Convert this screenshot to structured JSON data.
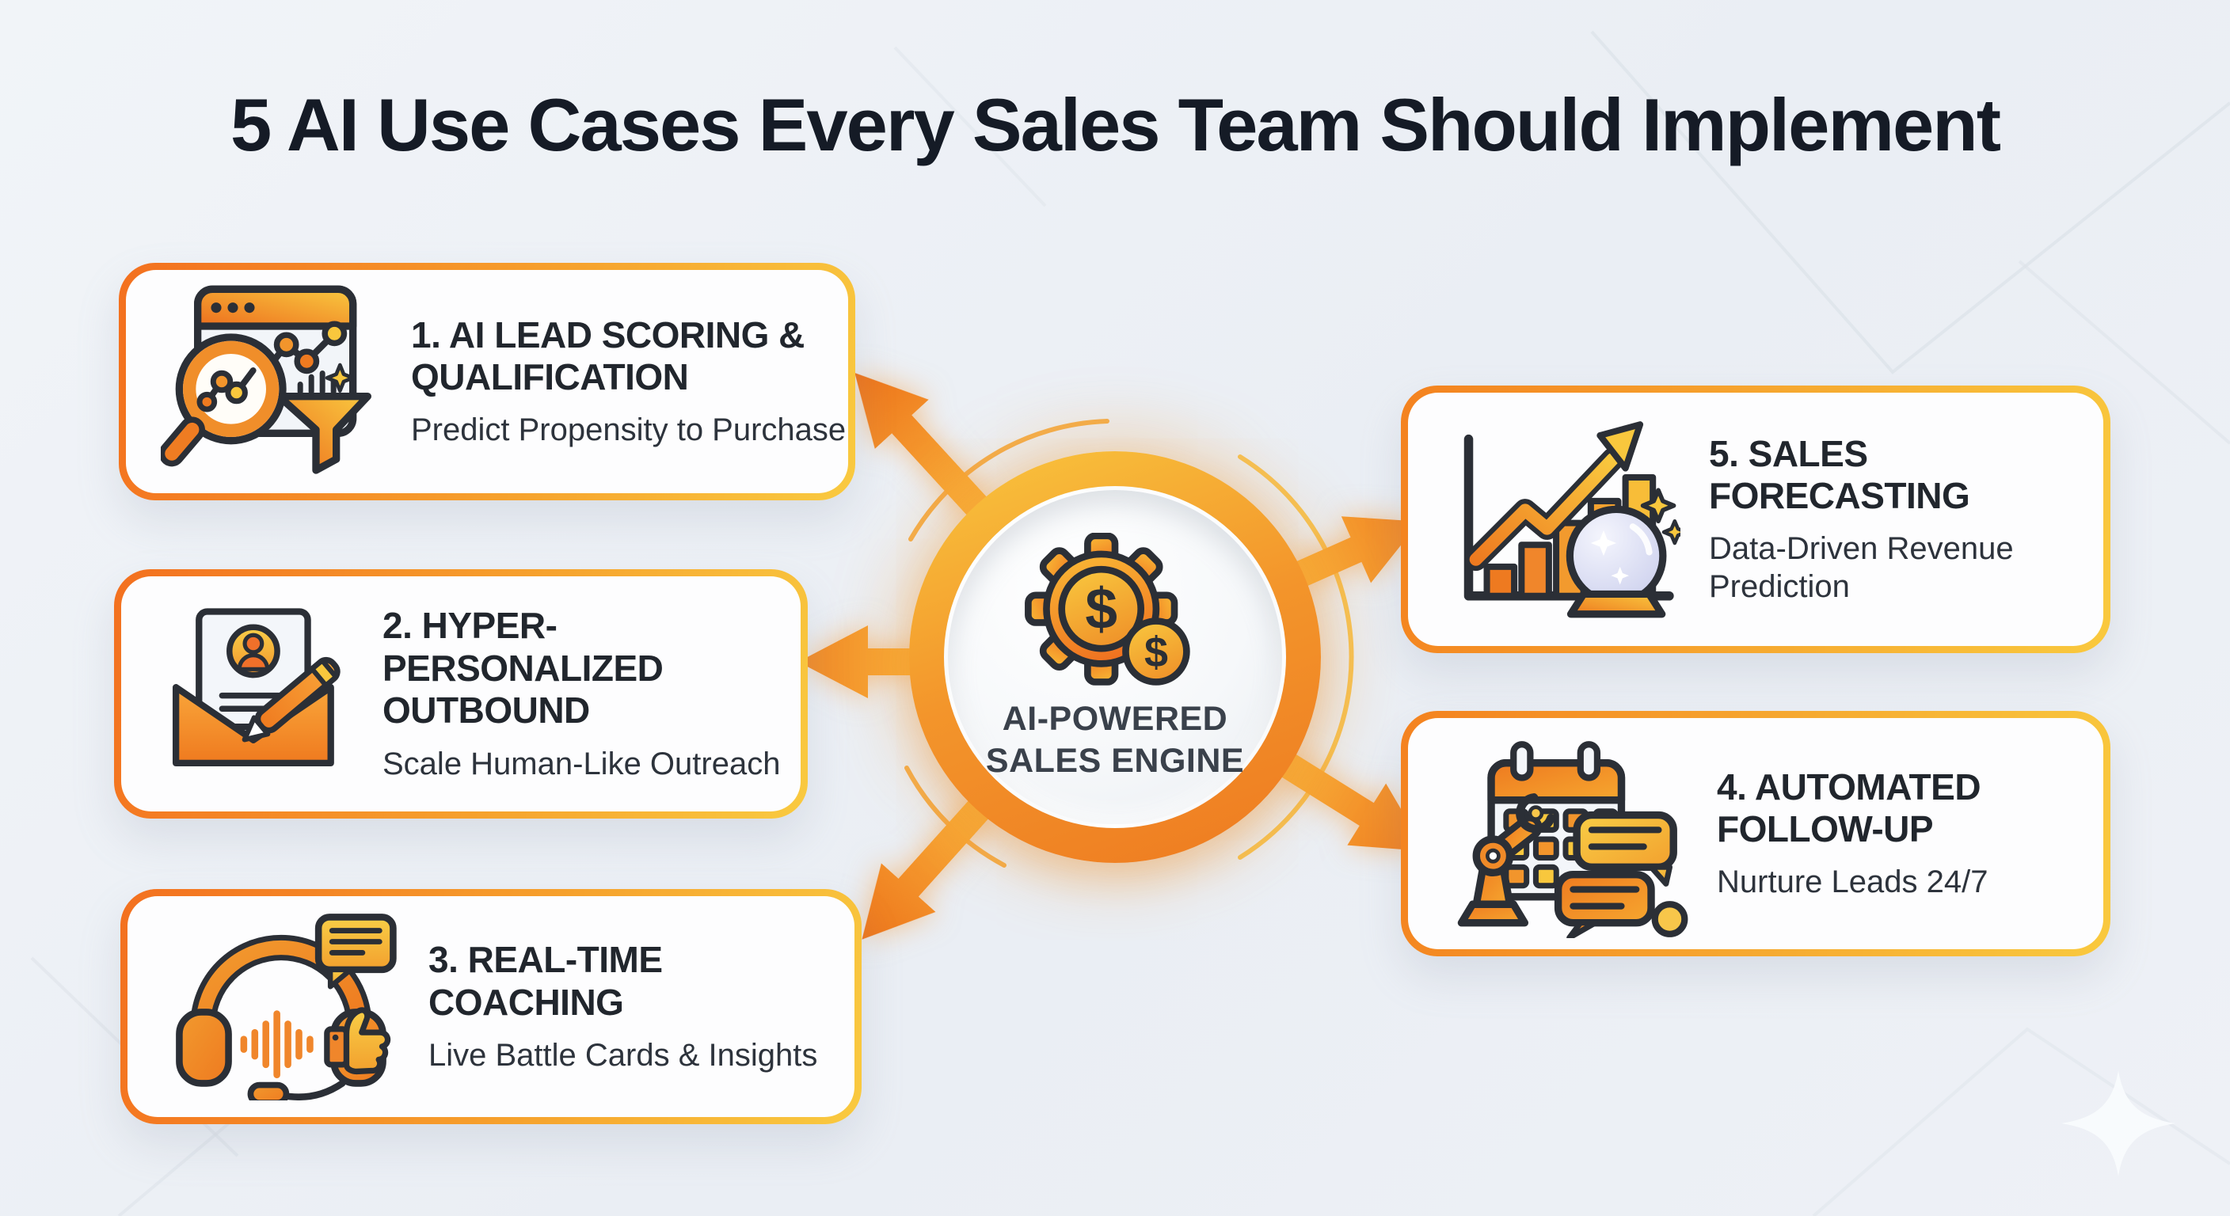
{
  "title": "5 AI Use Cases Every Sales Team Should Implement",
  "hub": {
    "icon": "gear-dollar-icon",
    "label_line1": "AI-POWERED",
    "label_line2": "SALES ENGINE"
  },
  "cards": [
    {
      "heading": "1. AI LEAD SCORING & QUALIFICATION",
      "subtitle": "Predict Propensity to Purchase",
      "icon": "lead-scoring-icon"
    },
    {
      "heading": "2. HYPER-PERSONALIZED OUTBOUND",
      "subtitle": "Scale Human-Like Outreach",
      "icon": "personalized-outbound-icon"
    },
    {
      "heading": "3. REAL-TIME COACHING",
      "subtitle": "Live Battle Cards & Insights",
      "icon": "real-time-coaching-icon"
    },
    {
      "heading": "4. AUTOMATED FOLLOW-UP",
      "subtitle": "Nurture Leads 24/7",
      "icon": "automated-follow-up-icon"
    },
    {
      "heading": "5. SALES FORECASTING",
      "subtitle": "Data-Driven Revenue Prediction",
      "icon": "sales-forecasting-icon"
    }
  ],
  "colors": {
    "accent_orange": "#EE7A20",
    "accent_yellow": "#F8C83E",
    "background": "#EDF1F5",
    "title_text": "#151B26",
    "card_text": "#21262D",
    "hub_text": "#3A414B"
  }
}
